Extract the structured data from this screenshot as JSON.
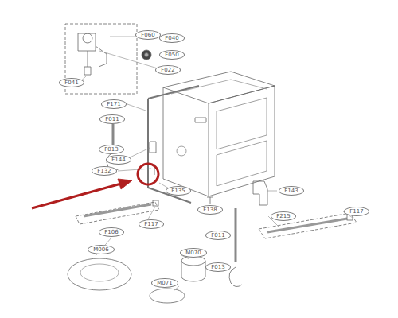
{
  "diagram": {
    "nodes": [
      {
        "text": [
          "F060"
        ]
      },
      {
        "text": [
          "F040"
        ]
      },
      {
        "text": [
          "F050"
        ]
      },
      {
        "text": [
          "F022"
        ]
      },
      {
        "text": [
          "F041"
        ]
      },
      {
        "text": [
          "F171"
        ]
      },
      {
        "text": [
          "F011"
        ]
      },
      {
        "text": [
          "F013"
        ]
      },
      {
        "text": [
          "F144"
        ]
      },
      {
        "text": [
          "F132"
        ]
      },
      {
        "text": [
          "F135"
        ]
      },
      {
        "text": [
          "F143"
        ]
      },
      {
        "text": [
          "F138"
        ]
      },
      {
        "text": [
          "F117"
        ]
      },
      {
        "text": [
          "F215"
        ]
      },
      {
        "text": [
          "F117"
        ]
      },
      {
        "text": [
          "F106"
        ]
      },
      {
        "text": [
          "F011"
        ]
      },
      {
        "text": [
          "M006"
        ]
      },
      {
        "text": [
          "M070"
        ]
      },
      {
        "text": [
          "F013"
        ]
      },
      {
        "text": [
          "M071"
        ]
      }
    ]
  }
}
